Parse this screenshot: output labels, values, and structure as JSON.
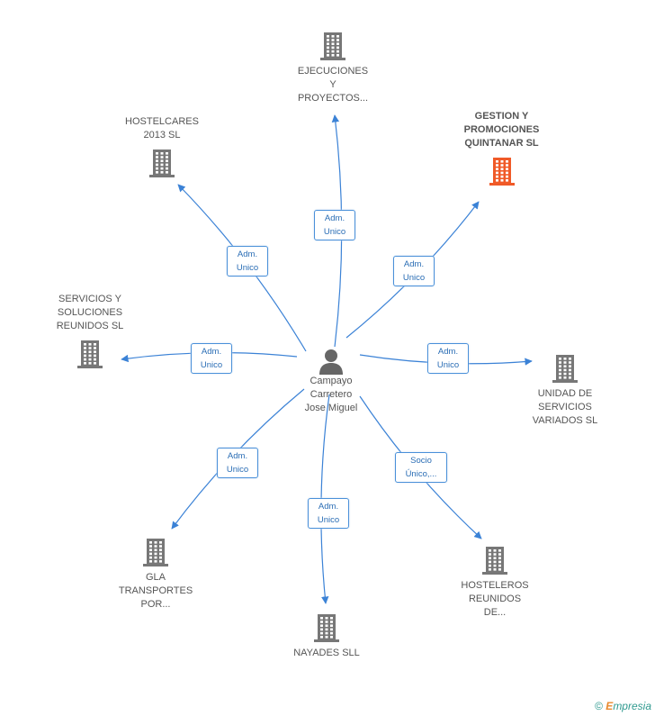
{
  "colors": {
    "edge": "#3b82d6",
    "building": "#777777",
    "highlight": "#f05a28",
    "person": "#666666"
  },
  "center": {
    "label": "Campayo\nCarretero\nJose Miguel",
    "icon": "person-icon"
  },
  "nodes": [
    {
      "id": "ejecuciones",
      "label": "EJECUCIONES\nY\nPROYECTOS...",
      "highlight": false,
      "edge_label": "Adm.\nUnico"
    },
    {
      "id": "hostelcares",
      "label": "HOSTELCARES\n2013 SL",
      "highlight": false,
      "edge_label": "Adm.\nUnico"
    },
    {
      "id": "gestion",
      "label": "GESTION Y\nPROMOCIONES\nQUINTANAR SL",
      "highlight": true,
      "edge_label": "Adm.\nUnico"
    },
    {
      "id": "servicios",
      "label": "SERVICIOS Y\nSOLUCIONES\nREUNIDOS SL",
      "highlight": false,
      "edge_label": "Adm.\nUnico"
    },
    {
      "id": "unidad",
      "label": "UNIDAD DE\nSERVICIOS\nVARIADOS SL",
      "highlight": false,
      "edge_label": "Adm.\nUnico"
    },
    {
      "id": "gla",
      "label": "GLA\nTRANSPORTES\nPOR...",
      "highlight": false,
      "edge_label": "Adm.\nUnico"
    },
    {
      "id": "nayades",
      "label": "NAYADES SLL",
      "highlight": false,
      "edge_label": "Adm.\nUnico"
    },
    {
      "id": "hosteleros",
      "label": "HOSTELEROS\nREUNIDOS\nDE...",
      "highlight": false,
      "edge_label": "Socio\nÚnico,..."
    }
  ],
  "footer": {
    "copyright": "©",
    "brand_e": "E",
    "brand_rest": "mpresia"
  }
}
